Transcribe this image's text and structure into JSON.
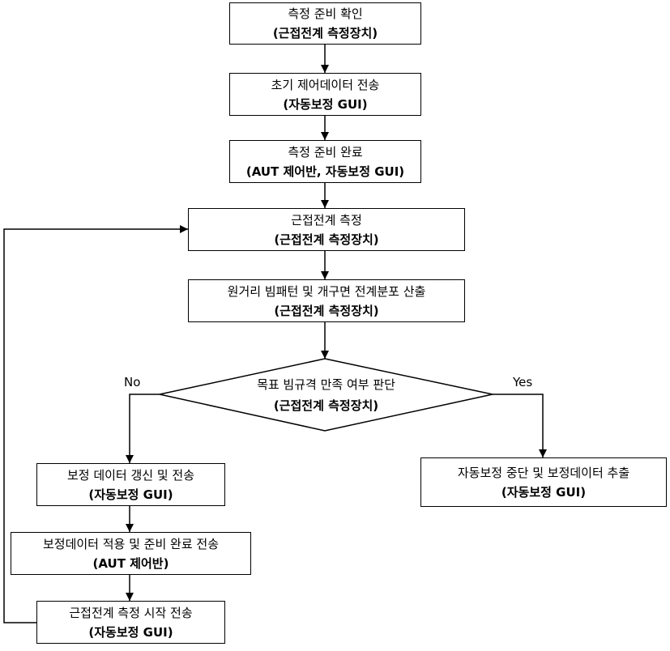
{
  "flowchart": {
    "nodes": {
      "prep_check": {
        "title": "측정 준비 확인",
        "actor": "(근접전계 측정장치)"
      },
      "initial_control_tx": {
        "title": "초기 제어데이터 전송",
        "actor": "(자동보정 GUI)"
      },
      "prep_complete": {
        "title": "측정 준비 완료",
        "actor": "(AUT 제어반, 자동보정 GUI)"
      },
      "nearfield_measure": {
        "title": "근접전계 측정",
        "actor": "(근접전계 측정장치)"
      },
      "pattern_calc": {
        "title": "원거리 빔패턴 및 개구면 전계분포 산출",
        "actor": "(근접전계 측정장치)"
      },
      "spec_decision": {
        "title": "목표 빔규격 만족 여부 판단",
        "actor": "(근접전계 측정장치)"
      },
      "cal_update_tx": {
        "title": "보정 데이터 갱신 및 전송",
        "actor": "(자동보정 GUI)"
      },
      "cal_apply_ready_tx": {
        "title": "보정데이터 적용 및 준비 완료 전송",
        "actor": "(AUT 제어반)"
      },
      "measure_start_tx": {
        "title": "근접전계 측정 시작 전송",
        "actor": "(자동보정 GUI)"
      },
      "stop_extract": {
        "title": "자동보정 중단 및 보정데이터 추출",
        "actor": "(자동보정 GUI)"
      }
    },
    "branch_labels": {
      "no": "No",
      "yes": "Yes"
    }
  }
}
